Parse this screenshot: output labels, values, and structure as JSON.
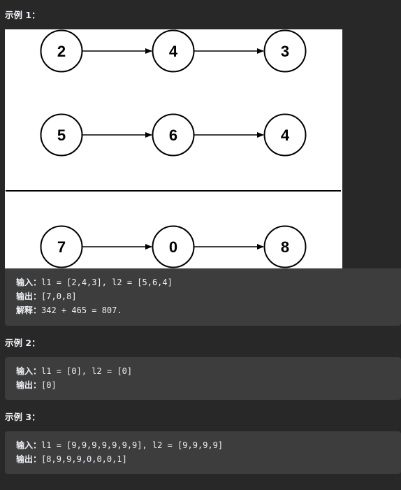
{
  "examples": [
    {
      "heading": "示例 1：",
      "diagram": {
        "rows": [
          [
            "2",
            "4",
            "3"
          ],
          [
            "5",
            "6",
            "4"
          ],
          [
            "7",
            "0",
            "8"
          ]
        ]
      },
      "lines": [
        {
          "key": "输入：",
          "value": "l1 = [2,4,3], l2 = [5,6,4]"
        },
        {
          "key": "输出：",
          "value": "[7,0,8]"
        },
        {
          "key": "解释：",
          "value": "342 + 465 = 807."
        }
      ]
    },
    {
      "heading": "示例 2：",
      "lines": [
        {
          "key": "输入：",
          "value": "l1 = [0], l2 = [0]"
        },
        {
          "key": "输出：",
          "value": "[0]"
        }
      ]
    },
    {
      "heading": "示例 3：",
      "lines": [
        {
          "key": "输入：",
          "value": "l1 = [9,9,9,9,9,9,9], l2 = [9,9,9,9]"
        },
        {
          "key": "输出：",
          "value": "[8,9,9,9,0,0,0,1]"
        }
      ]
    }
  ]
}
